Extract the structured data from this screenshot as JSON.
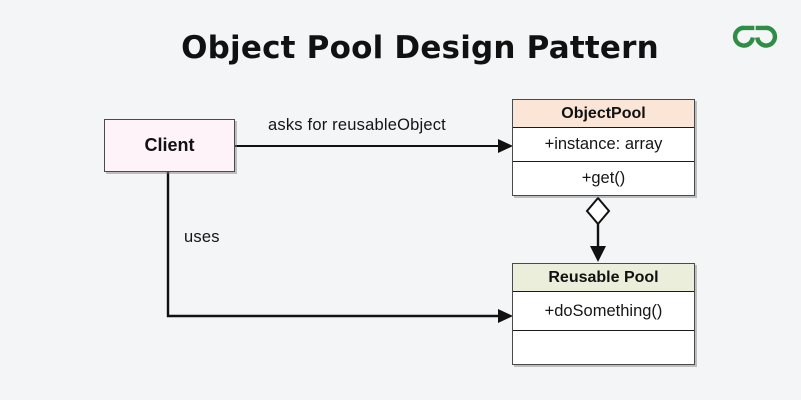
{
  "page": {
    "background_color": "#f3f5f7"
  },
  "header": {
    "title": "Object Pool Design Pattern",
    "logo": {
      "name": "geeksforgeeks-logo",
      "color": "#2f8d46"
    }
  },
  "diagram": {
    "client_box": {
      "title": "Client",
      "fill_color": "#fdf3f8"
    },
    "object_pool_box": {
      "title": "ObjectPool",
      "header_fill_color": "#fbe5d6",
      "rows": [
        "+instance: array",
        "+get()"
      ]
    },
    "reusable_pool_box": {
      "title": "Reusable Pool",
      "header_fill_color": "#eaeeda",
      "rows": [
        "+doSomething()",
        ""
      ]
    },
    "connectors": {
      "client_to_objectpool_label": "asks for reusableObject",
      "client_to_reusablepool_label": "uses",
      "objectpool_to_reusablepool_type": "aggregation-open-diamond-arrow",
      "line_color": "#111111"
    }
  }
}
